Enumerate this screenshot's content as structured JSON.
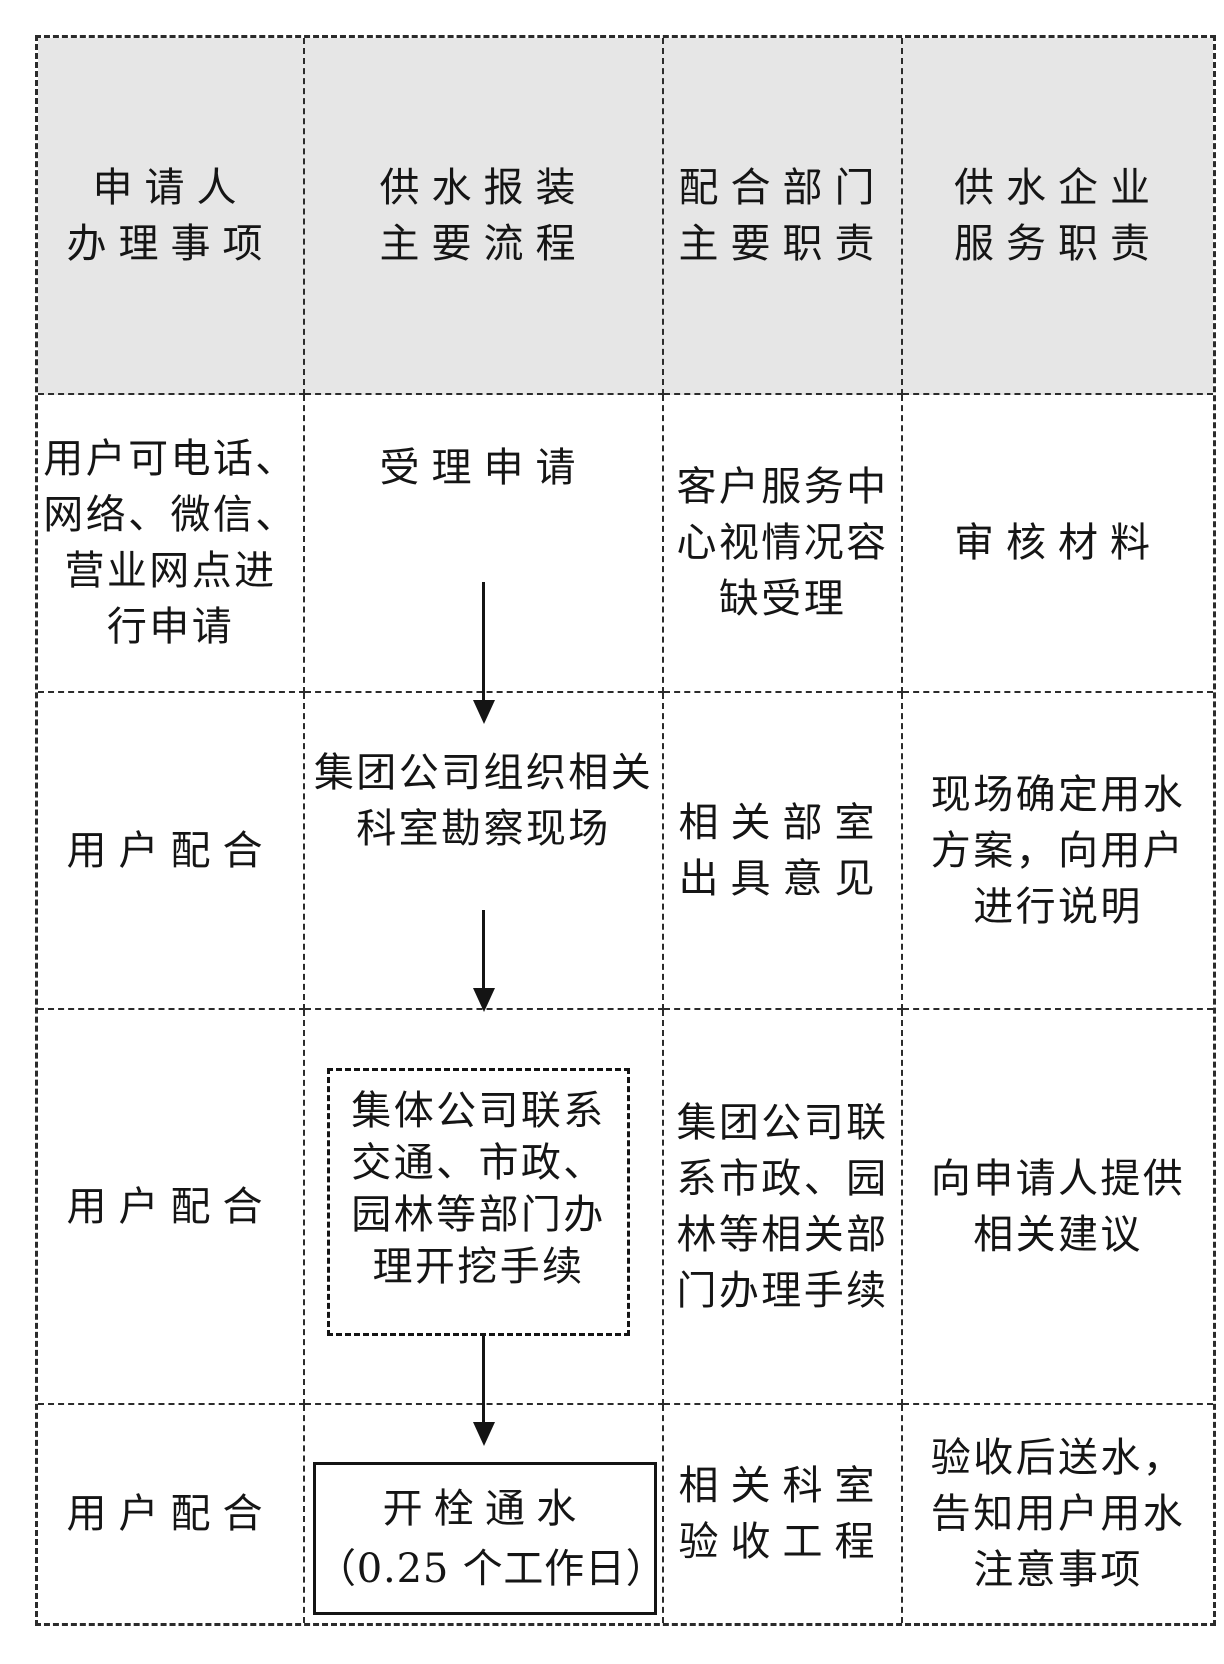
{
  "table": {
    "header": {
      "bg_color": "#e6e6e6",
      "columns": [
        "申请人\n办理事项",
        "供水报装\n主要流程",
        "配合部门\n主要职责",
        "供水企业\n服务职责"
      ]
    },
    "rows": [
      {
        "applicant": "用户可电话、\n网络、微信、\n营业网点进\n行申请",
        "process": "受理申请",
        "cooperating_dept": "客户服务中\n心视情况容\n缺受理",
        "service_duty": "审核材料"
      },
      {
        "applicant": "用户配合",
        "process": "集团公司组织相关\n科室勘察现场",
        "cooperating_dept": "相关部室\n出具意见",
        "service_duty": "现场确定用水\n方案，向用户\n进行说明"
      },
      {
        "applicant": "用户配合",
        "process": "集体公司联系\n交通、市政、\n园林等部门办\n理开挖手续",
        "cooperating_dept": "集团公司联\n系市政、园\n林等相关部\n门办理手续",
        "service_duty": "向申请人提供\n相关建议"
      },
      {
        "applicant": "用户配合",
        "process_lines": [
          "开栓通水",
          "（0.25 个工作日）"
        ],
        "cooperating_dept": "相关科室\n验收工程",
        "service_duty": "验收后送水，\n告知用户用水\n注意事项"
      }
    ],
    "style": {
      "border_color": "#2b2b2b",
      "flow_color": "#141414",
      "icons": {
        "flow_connector": "arrow-down-icon"
      }
    }
  }
}
